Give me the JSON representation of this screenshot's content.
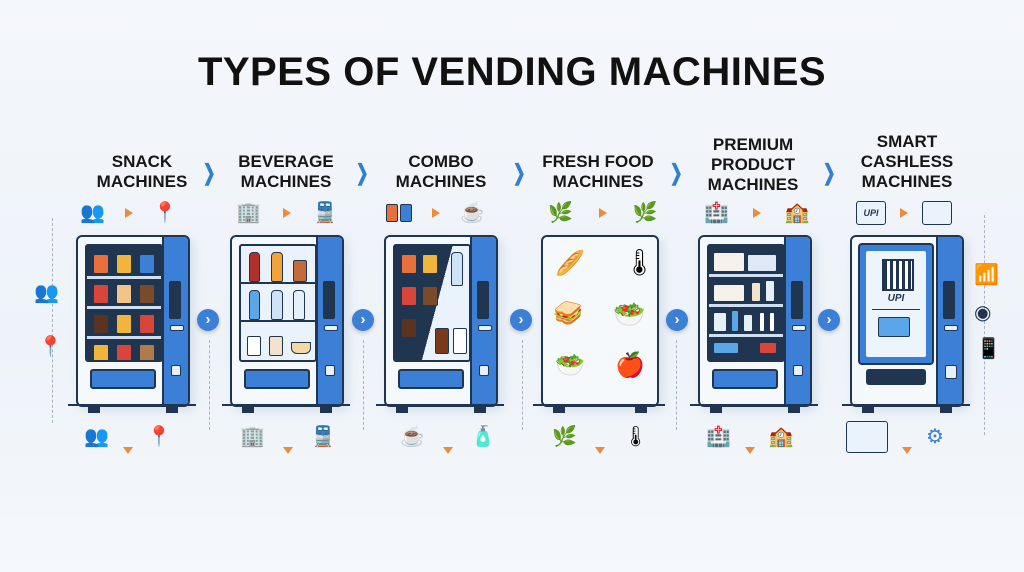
{
  "title": "TYPES OF VENDING MACHINES",
  "columns": [
    {
      "id": "snack",
      "label_lines": [
        "SNACK",
        "MACHINES"
      ],
      "top_icons": [
        "people-icon",
        "location-pin-icon"
      ],
      "bottom_icons": [
        "people-icon",
        "location-pin-icon"
      ],
      "side_icons": [
        "people-icon",
        "location-pin-icon"
      ],
      "contents": "chips, crackers, chocolate bars"
    },
    {
      "id": "beverage",
      "label_lines": [
        "BEVERAGE",
        "MACHINES"
      ],
      "top_icons": [
        "office-building-icon",
        "train-icon"
      ],
      "bottom_icons": [
        "office-building-icon",
        "train-icon"
      ],
      "contents": "soda, juice, iced drink, water bottles, coffee cups"
    },
    {
      "id": "combo",
      "label_lines": [
        "COMBO",
        "MACHINES"
      ],
      "top_icons": [
        "snack-bags-icon",
        "coffee-cups-icon"
      ],
      "bottom_icons": [
        "coffee-cup-icon",
        "bottles-icon"
      ],
      "contents": "snacks and drinks split"
    },
    {
      "id": "fresh-food",
      "label_lines": [
        "FRESH FOOD",
        "MACHINES"
      ],
      "top_icons": [
        "leaves-icon",
        "leaves-icon"
      ],
      "bottom_icons": [
        "leaves-icon",
        "thermometer-icon"
      ],
      "contents": "sandwiches, salads, fruit bowl, thermometer"
    },
    {
      "id": "premium",
      "label_lines": [
        "PREMIUM",
        "PRODUCT",
        "MACHINES"
      ],
      "top_icons": [
        "hospital-icon",
        "school-icon"
      ],
      "bottom_icons": [
        "hospital-icon",
        "school-icon"
      ],
      "contents": "health and personal care products"
    },
    {
      "id": "smart-cashless",
      "label_lines": [
        "SMART",
        "CASHLESS",
        "MACHINES"
      ],
      "top_icons": [
        "upi-card-icon",
        "dashboard-icon"
      ],
      "bottom_icons": [
        "analytics-window-icon",
        "gear-network-icon"
      ],
      "side_icons": [
        "wifi-icon",
        "nfc-icon",
        "phone-icon"
      ],
      "screen_text": "UPI",
      "contents": "QR code, UPI, card tap"
    }
  ],
  "colors": {
    "accent_blue": "#3b7fd6",
    "dark_navy": "#1f3550",
    "arrow_orange": "#ee8a3c",
    "chevron_blue": "#2f7fd3"
  }
}
